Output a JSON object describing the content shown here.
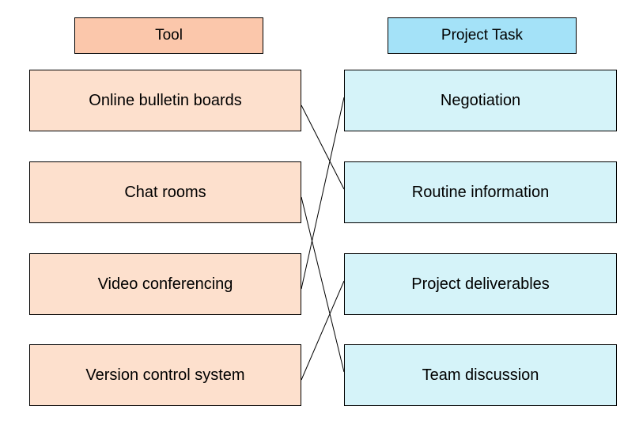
{
  "headers": {
    "tool": "Tool",
    "task": "Project Task"
  },
  "tools": [
    "Online bulletin boards",
    "Chat rooms",
    "Video conferencing",
    "Version control system"
  ],
  "tasks": [
    "Negotiation",
    "Routine information",
    "Project deliverables",
    "Team discussion"
  ],
  "connections": [
    {
      "from": "Online bulletin boards",
      "to": "Routine information"
    },
    {
      "from": "Chat rooms",
      "to": "Team discussion"
    },
    {
      "from": "Video conferencing",
      "to": "Negotiation"
    },
    {
      "from": "Version control system",
      "to": "Project deliverables"
    }
  ],
  "colors": {
    "tool_header": "#fbc7ab",
    "task_header": "#a4e2f8",
    "tool_box": "#fde0cd",
    "task_box": "#d5f3f9"
  }
}
